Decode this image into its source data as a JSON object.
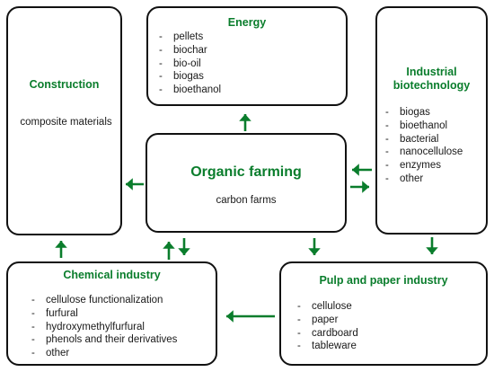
{
  "energy": {
    "title": "Energy",
    "items": [
      "pellets",
      "biochar",
      "bio-oil",
      "biogas",
      "bioethanol"
    ]
  },
  "construction": {
    "title": "Construction",
    "subtitle": "composite materials"
  },
  "industrial_biotech": {
    "title_line1": "Industrial",
    "title_line2": "biotechnology",
    "items": [
      "biogas",
      "bioethanol",
      "bacterial",
      "nanocellulose",
      "enzymes",
      "other"
    ]
  },
  "organic_farming": {
    "title": "Organic farming",
    "subtitle": "carbon farms"
  },
  "chemical_industry": {
    "title": "Chemical industry",
    "items": [
      "cellulose functionalization",
      "furfural",
      "hydroxymethylfurfural",
      "phenols and their derivatives",
      "other"
    ]
  },
  "pulp_paper": {
    "title": "Pulp and paper industry",
    "items": [
      "cellulose",
      "paper",
      "cardboard",
      "tableware"
    ]
  },
  "colors": {
    "accent": "#0a7d2c",
    "border": "#111111"
  }
}
